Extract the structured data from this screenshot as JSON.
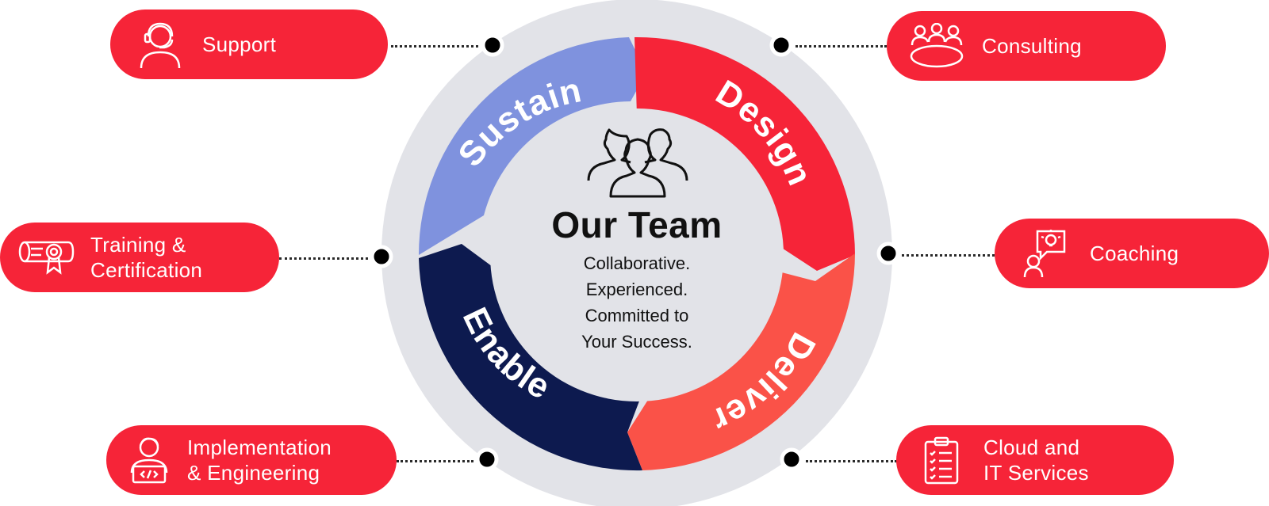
{
  "center": {
    "title": "Our Team",
    "lines": [
      "Collaborative.",
      "Experienced.",
      "Committed to",
      "Your Success."
    ]
  },
  "cycle": {
    "sustain": "Sustain",
    "design": "Design",
    "deliver": "Deliver",
    "enable": "Enable"
  },
  "services": {
    "support": "Support",
    "consulting": "Consulting",
    "training_line1": "Training &",
    "training_line2": "Certification",
    "coaching": "Coaching",
    "implementation_line1": "Implementation",
    "implementation_line2": "& Engineering",
    "cloud_line1": "Cloud and",
    "cloud_line2": "IT Services"
  },
  "colors": {
    "pill": "#f62438",
    "sustain": "#7f92de",
    "design": "#f62438",
    "deliver": "#fa5248",
    "enable": "#0d1a4f",
    "ring": "#e2e3e8"
  }
}
